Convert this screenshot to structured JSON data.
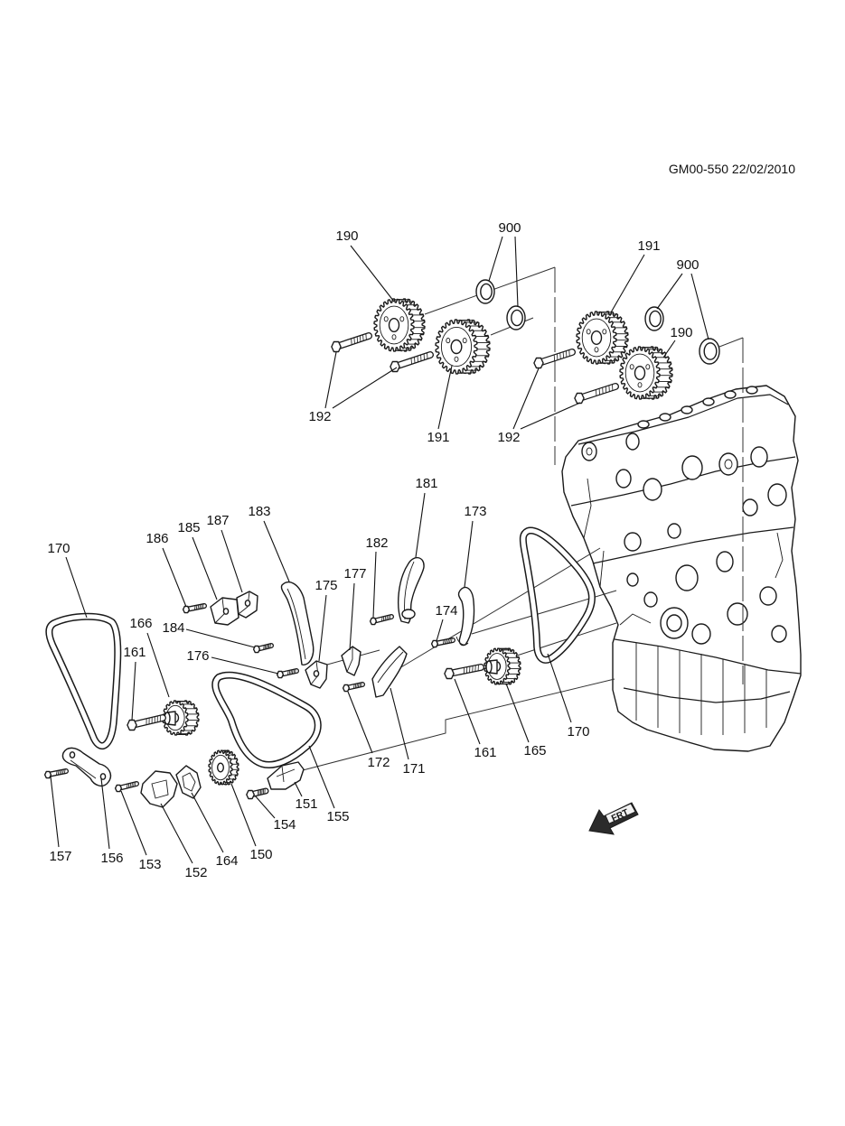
{
  "reference": "GM00-550 22/02/2010",
  "front_indicator": "FRT",
  "callouts": [
    "190",
    "900",
    "191",
    "900",
    "190",
    "192",
    "191",
    "192",
    "181",
    "173",
    "183",
    "187",
    "185",
    "186",
    "170",
    "182",
    "177",
    "175",
    "166",
    "184",
    "174",
    "161",
    "176",
    "170",
    "161",
    "165",
    "172",
    "171",
    "151",
    "154",
    "155",
    "157",
    "156",
    "153",
    "152",
    "164",
    "150"
  ],
  "icons": {
    "front_arrow": "front-arrow-icon"
  },
  "colors": {
    "ink": "#1a1a1a",
    "background": "#ffffff"
  }
}
